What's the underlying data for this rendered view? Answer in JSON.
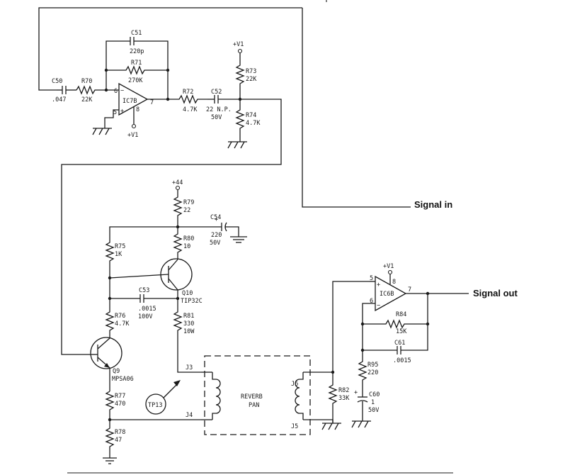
{
  "io": {
    "signal_in": "Signal in",
    "signal_out": "Signal out"
  },
  "rails": {
    "v1": "+V1",
    "v44": "+44"
  },
  "components": {
    "c51": {
      "ref": "C51",
      "value": "220p"
    },
    "r71": {
      "ref": "R71",
      "value": "270K"
    },
    "c50": {
      "ref": "C50",
      "value": ".047"
    },
    "r70": {
      "ref": "R70",
      "value": "22K"
    },
    "ic7b": {
      "ref": "IC7B",
      "pin_inv": "6",
      "pin_noninv": "5",
      "pin_out": "7",
      "pin_pwr": "8"
    },
    "r72": {
      "ref": "R72",
      "value": "4.7K"
    },
    "c52": {
      "ref": "C52",
      "value": "22 N.P.",
      "voltage": "50V"
    },
    "r73": {
      "ref": "R73",
      "value": "22K"
    },
    "r74": {
      "ref": "R74",
      "value": "4.7K"
    },
    "r79": {
      "ref": "R79",
      "value": "22"
    },
    "c54": {
      "ref": "C54",
      "value": "220",
      "voltage": "50V"
    },
    "r80": {
      "ref": "R80",
      "value": "10"
    },
    "r75": {
      "ref": "R75",
      "value": "1K"
    },
    "q10": {
      "ref": "Q10",
      "part": "TIP32C"
    },
    "c53": {
      "ref": "C53",
      "value": ".0015",
      "voltage": "100V"
    },
    "r76": {
      "ref": "R76",
      "value": "4.7K"
    },
    "r81": {
      "ref": "R81",
      "value": "330",
      "power": "10W"
    },
    "q9": {
      "ref": "Q9",
      "part": "MPSA06"
    },
    "r77": {
      "ref": "R77",
      "value": "470"
    },
    "r78": {
      "ref": "R78",
      "value": "47"
    },
    "tp13": {
      "ref": "TP13"
    },
    "reverb": {
      "line1": "REVERB",
      "line2": "PAN",
      "j3": "J3",
      "j4": "J4",
      "j5": "J5",
      "j6": "J6"
    },
    "r82": {
      "ref": "R82",
      "value": "33K"
    },
    "ic6b": {
      "ref": "IC6B",
      "pin_noninv": "5",
      "pin_inv": "6",
      "pin_out": "7",
      "pin_pwr": "8"
    },
    "r84": {
      "ref": "R84",
      "value": "15K"
    },
    "c61": {
      "ref": "C61",
      "value": ".0015"
    },
    "r95": {
      "ref": "R95",
      "value": "220"
    },
    "c60": {
      "ref": "C60",
      "value": "1",
      "voltage": "50V"
    }
  }
}
